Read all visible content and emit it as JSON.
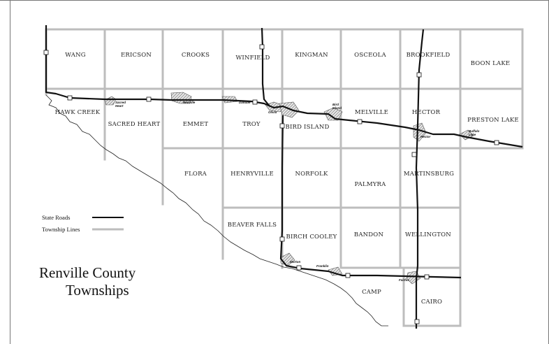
{
  "title": {
    "line1": "Renville County",
    "line2": "Townships"
  },
  "legend": {
    "state_roads": {
      "label": "State Roads",
      "color": "#111111"
    },
    "township_lines": {
      "label": "Township Lines",
      "color": "#bdbdbd"
    }
  },
  "townships": {
    "wang": "WANG",
    "ericson": "ERICSON",
    "crooks": "CROOKS",
    "winfield": "WINFIELD",
    "kingman": "KINGMAN",
    "osceola": "OSCEOLA",
    "brookfield": "BROOKFIELD",
    "boon_lake": "BOON LAKE",
    "hawk_creek": "HAWK CREEK",
    "sacred_heart": "SACRED HEART",
    "emmet": "EMMET",
    "troy": "TROY",
    "bird_island": "BIRD ISLAND",
    "melville": "MELVILLE",
    "hector": "HECTOR",
    "preston_lake": "PRESTON LAKE",
    "flora": "FLORA",
    "henryville": "HENRYVILLE",
    "norfolk": "NORFOLK",
    "palmyra": "PALMYRA",
    "martinsburg": "MARTINSBURG",
    "beaver_falls": "BEAVER FALLS",
    "birch_cooley": "BIRCH COOLEY",
    "bandon": "BANDON",
    "wellington": "WELLINGTON",
    "camp": "CAMP",
    "cairo": "CAIRO"
  },
  "towns": {
    "sacred_heart_l1": "Sacred",
    "sacred_heart_l2": "Heart",
    "renville": "Renville",
    "danube": "Danube",
    "olivia": "Olivia",
    "bird_island_l1": "Bird",
    "bird_island_l2": "Island",
    "hector": "Hector",
    "buffalo_lake_l1": "Buffalo",
    "buffalo_lake_l2": "Lake",
    "morton": "Morton",
    "franklin": "Franklin",
    "fairfax": "Fairfax"
  },
  "colors": {
    "township_line": "#bdbdbd",
    "road": "#111111",
    "frame": "#777777",
    "hatch": "#555555"
  }
}
